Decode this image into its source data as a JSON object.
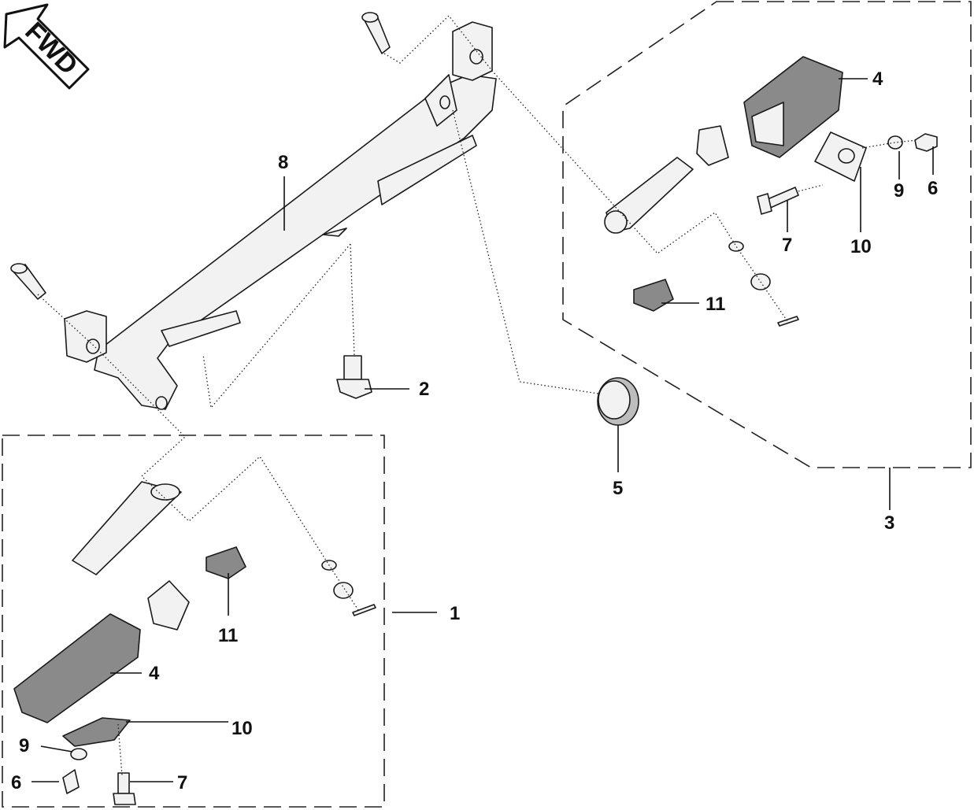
{
  "fwd_label": "FWD",
  "callouts": {
    "c1": "1",
    "c2": "2",
    "c3": "3",
    "c4_right": "4",
    "c4_left": "4",
    "c5": "5",
    "c6_right": "6",
    "c6_left": "6",
    "c7_right": "7",
    "c7_left": "7",
    "c8": "8",
    "c9_right": "9",
    "c9_left": "9",
    "c10_right": "10",
    "c10_left": "10",
    "c11_right": "11",
    "c11_left": "11"
  }
}
